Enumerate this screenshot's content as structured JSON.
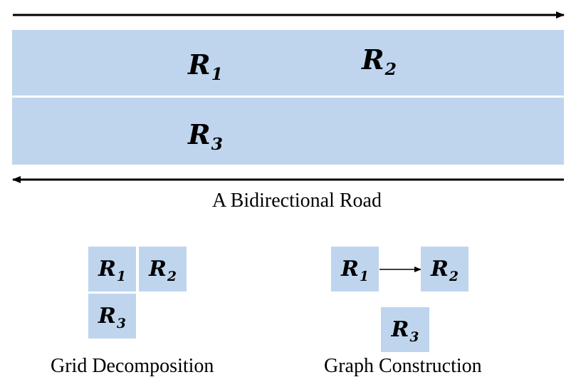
{
  "road": {
    "regions": [
      {
        "base": "R",
        "sub": "1"
      },
      {
        "base": "R",
        "sub": "2"
      },
      {
        "base": "R",
        "sub": "3"
      }
    ],
    "caption": "A Bidirectional Road"
  },
  "grid": {
    "caption": "Grid Decomposition",
    "cells": [
      {
        "base": "R",
        "sub": "1"
      },
      {
        "base": "R",
        "sub": "2"
      },
      {
        "base": "R",
        "sub": "3"
      }
    ]
  },
  "graph": {
    "caption": "Graph Construction",
    "nodes": [
      {
        "base": "R",
        "sub": "1"
      },
      {
        "base": "R",
        "sub": "2"
      },
      {
        "base": "R",
        "sub": "3"
      }
    ]
  },
  "colors": {
    "region_fill": "#bfd5ee",
    "line": "#000000"
  }
}
